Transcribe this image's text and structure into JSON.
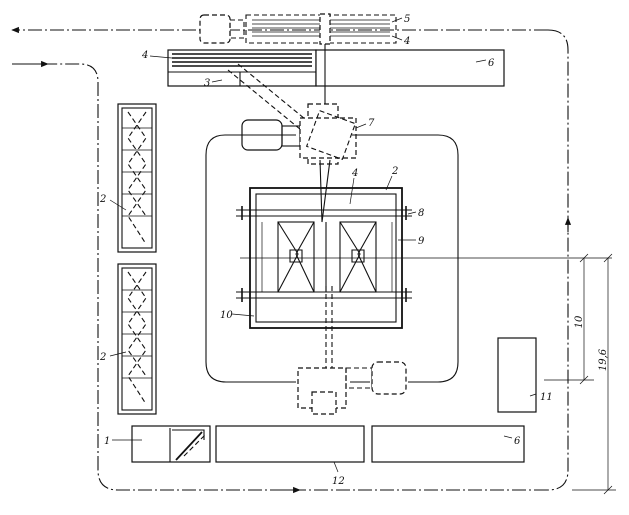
{
  "labels": {
    "n1": "1",
    "n2a": "2",
    "n2b": "2",
    "n2c": "2",
    "n3": "3",
    "n4a": "4",
    "n4b": "4",
    "n4c": "4",
    "n5": "5",
    "n6a": "6",
    "n6b": "6",
    "n7": "7",
    "n8": "8",
    "n9": "9",
    "n10": "10",
    "n11": "11",
    "n12": "12"
  },
  "dimensions": {
    "inner": "10",
    "outer": "19,6"
  }
}
